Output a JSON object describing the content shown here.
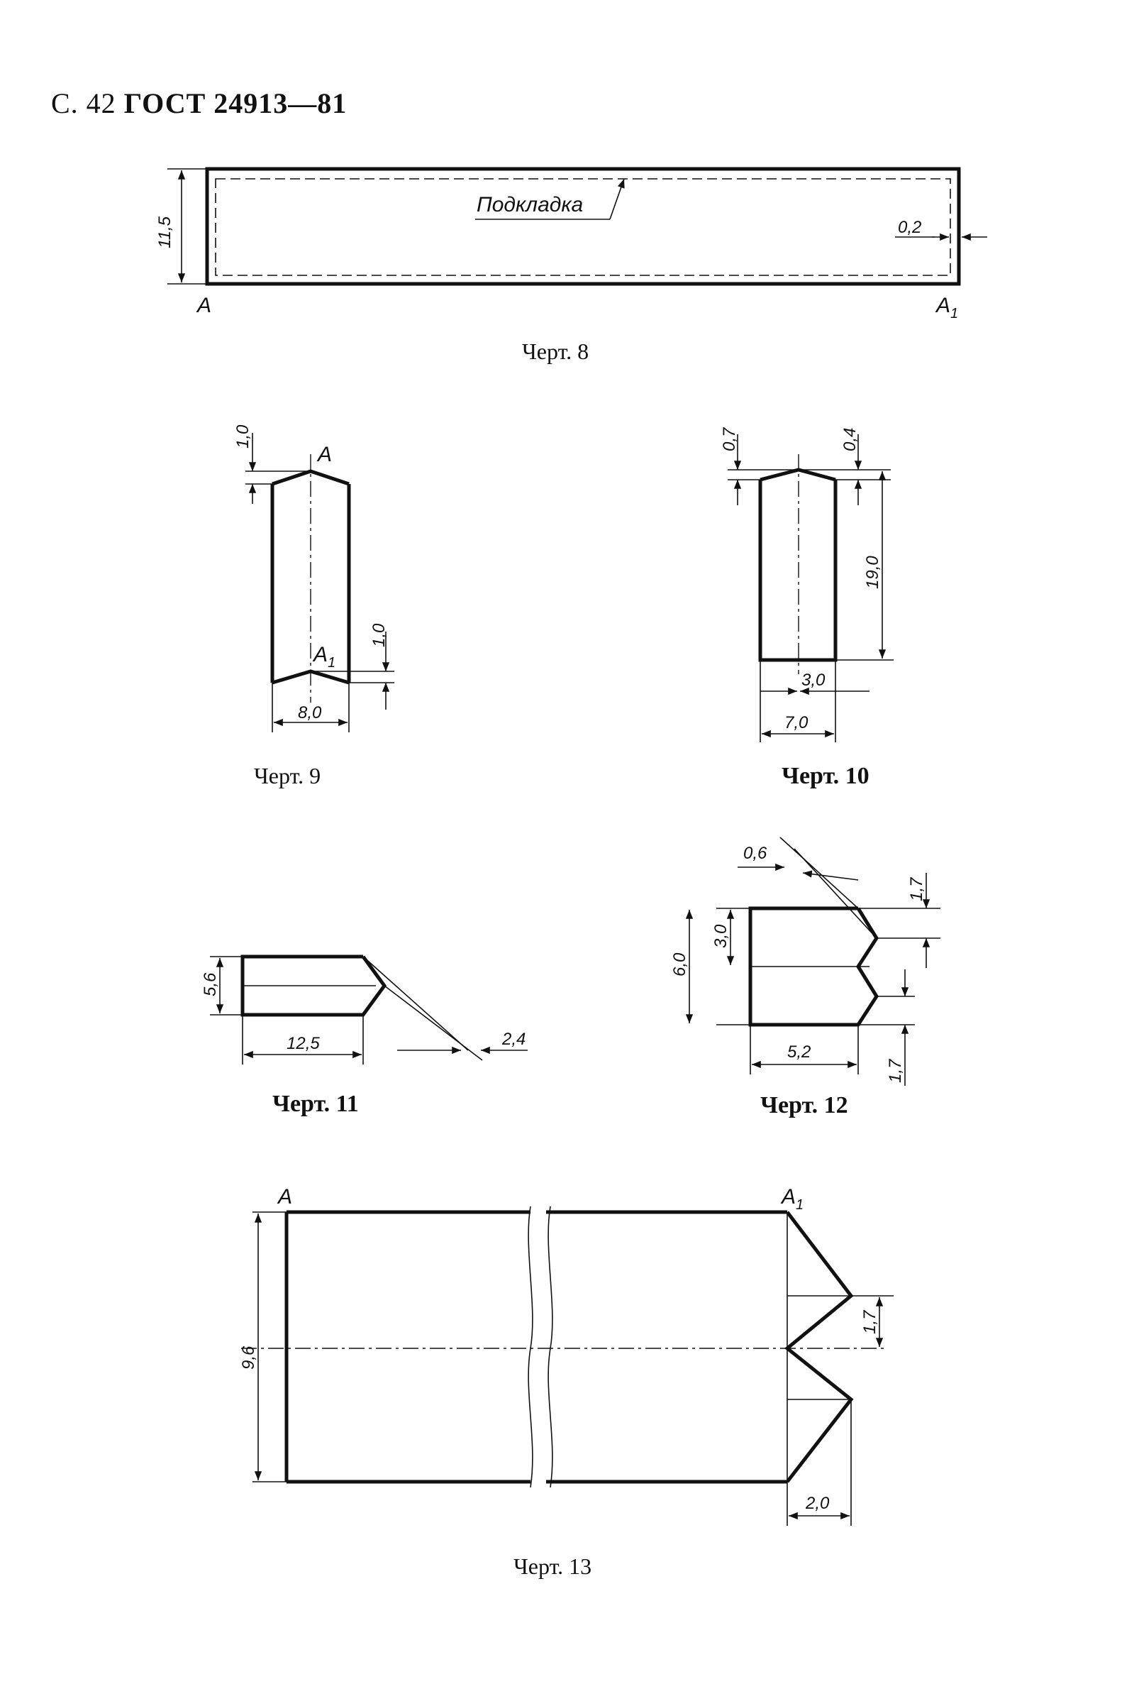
{
  "header": {
    "page": "С. 42",
    "standard": "ГОСТ 24913—81"
  },
  "fig8": {
    "caption": "Черт. 8",
    "lining_label": "Подкладка",
    "dim_height": "11,5",
    "dim_margin": "0,2",
    "point_a": "А",
    "point_a1": "А",
    "point_a1_sub": "1"
  },
  "fig9": {
    "caption": "Черт. 9",
    "dim_top": "1,0",
    "dim_bottom": "1,0",
    "dim_width": "8,0",
    "point_a": "А",
    "point_a1": "А",
    "point_a1_sub": "1"
  },
  "fig10": {
    "caption": "Черт. 10",
    "dim_top_left": "0,7",
    "dim_top_right": "0,4",
    "dim_height": "19,0",
    "dim_half": "3,0",
    "dim_width": "7,0"
  },
  "fig11": {
    "caption": "Черт. 11",
    "dim_height": "5,6",
    "dim_length": "12,5",
    "dim_point": "2,4"
  },
  "fig12": {
    "caption": "Черт. 12",
    "dim_top": "0,6",
    "dim_right_top": "1,7",
    "dim_right_bottom": "1,7",
    "dim_half": "3,0",
    "dim_height": "6,0",
    "dim_width": "5,2"
  },
  "fig13": {
    "caption": "Черт. 13",
    "dim_height": "9,6",
    "dim_notch": "1,7",
    "dim_depth": "2,0",
    "point_a": "А",
    "point_a1": "А",
    "point_a1_sub": "1"
  }
}
